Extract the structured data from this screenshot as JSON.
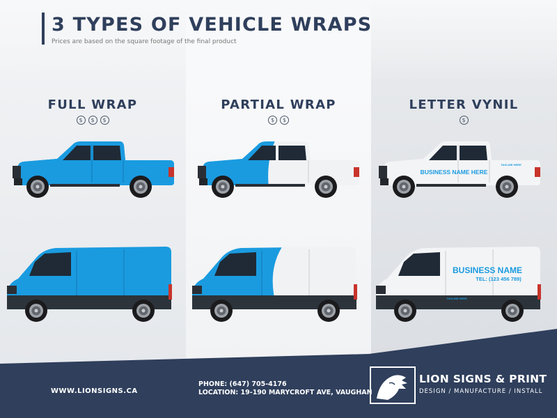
{
  "header": {
    "title": "3 TYPES OF VEHICLE WRAPS",
    "subtitle": "Prices are based on the square footage of the final product"
  },
  "columns": [
    {
      "heading": "FULL WRAP",
      "price_level": 3,
      "price_symbol": "$"
    },
    {
      "heading": "PARTIAL WRAP",
      "price_level": 2,
      "price_symbol": "$"
    },
    {
      "heading": "LETTER VYNIL",
      "price_level": 1,
      "price_symbol": "$"
    }
  ],
  "truck_lettering": {
    "business_name": "BUSINESS NAME HERE",
    "small_text": "TAGLINE HERE"
  },
  "van_lettering": {
    "business_name": "BUSINESS NAME",
    "phone": "TEL: (123 456 789)",
    "small_text": "TAGLINE HERE"
  },
  "colors": {
    "wrap_blue": "#1a9be0",
    "navy": "#2f3f5c",
    "white": "#ffffff"
  },
  "footer": {
    "website": "WWW.LIONSIGNS.CA",
    "phone": "PHONE: (647) 705-4176",
    "location": "LOCATION: 19-190 MARYCROFT AVE, VAUGHAN",
    "brand": "LION SIGNS & PRINT",
    "tagline": "DESIGN / MANUFACTURE / INSTALL",
    "logo_icon": "lion-logo-icon"
  }
}
